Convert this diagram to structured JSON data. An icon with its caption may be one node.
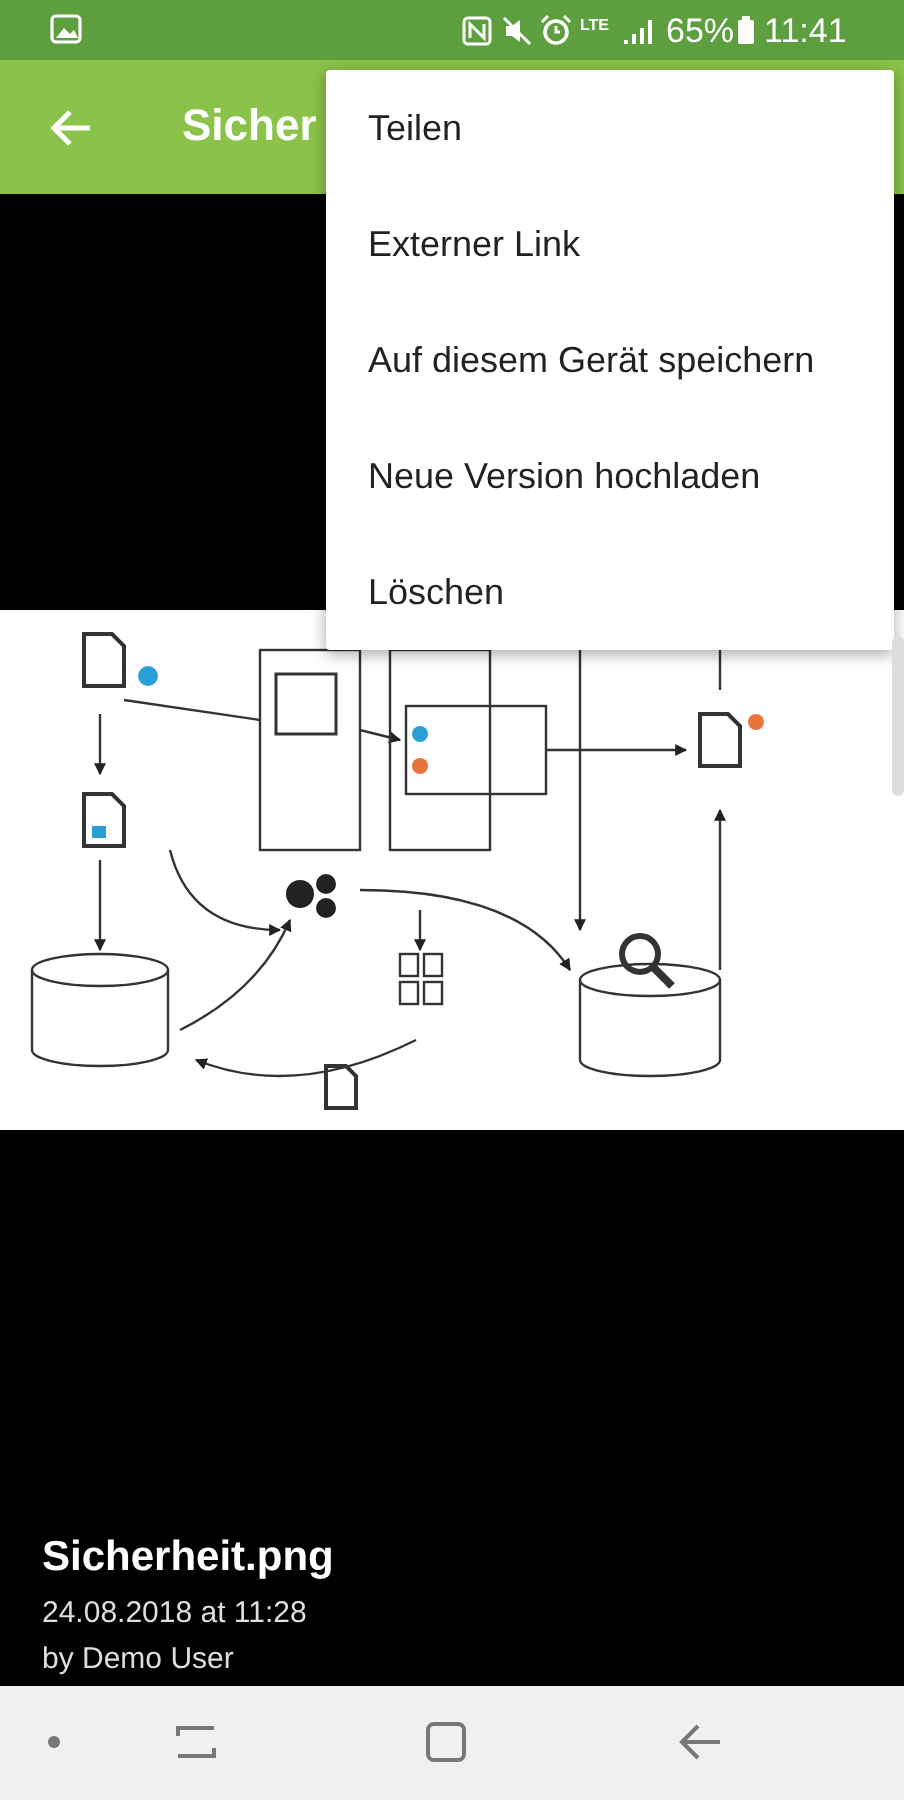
{
  "diagram": {
    "labels": [
      "LTE",
      "65%",
      "11:41",
      "Sicher",
      "Teilen",
      "Externer Link",
      "Auf diesem Gerät speichern",
      "Neue Version hochladen",
      "Löschen",
      "Sicherheit.png",
      "24.08.2018 at 11:28",
      "by Demo User"
    ]
  }
}
